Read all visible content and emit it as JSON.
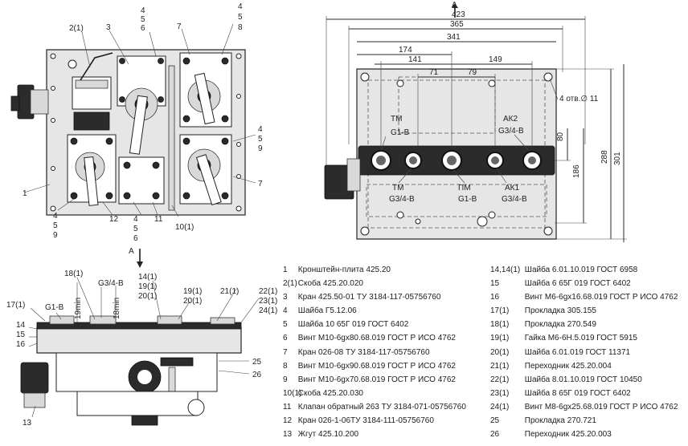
{
  "views": {
    "top_left": {
      "labels": [
        "2(1)",
        "3",
        "4",
        "5",
        "6",
        "7",
        "4",
        "5",
        "8",
        "1",
        "4",
        "5",
        "9",
        "7",
        "4",
        "5",
        "9",
        "12",
        "4",
        "5",
        "6",
        "11",
        "10(1)"
      ]
    },
    "top_right": {
      "view_letter": "А",
      "dims_h": [
        "423",
        "365",
        "341",
        "174",
        "141",
        "71",
        "79",
        "149"
      ],
      "dims_v": [
        "80",
        "186",
        "288",
        "301"
      ],
      "hole_note": "4 отв.∅ 11",
      "ports": [
        {
          "name": "ТМ",
          "thread": "G1-B"
        },
        {
          "name": "АК2",
          "thread": "G3/4-B"
        },
        {
          "name": "ТМ",
          "thread": "G3/4-B"
        },
        {
          "name": "ПМ",
          "thread": "G1-B"
        },
        {
          "name": "АК1",
          "thread": "G3/4-B"
        }
      ]
    },
    "bottom_left": {
      "view_letter": "А",
      "labels": [
        "18(1)",
        "G3/4-B",
        "14(1)",
        "19(1)",
        "20(1)",
        "19(1)",
        "20(1)",
        "21(1)",
        "22(1)",
        "23(1)",
        "24(1)",
        "17(1)",
        "G1-B",
        "14",
        "15",
        "16",
        "25",
        "26",
        "13"
      ],
      "min_labels": [
        "19min",
        "18min"
      ]
    }
  },
  "legend": {
    "col1": [
      {
        "num": "1",
        "text": "Кронштейн-плита 425.20"
      },
      {
        "num": "2(1)",
        "text": "Скоба 425.20.020"
      },
      {
        "num": "3",
        "text": "Кран 425.50-01 ТУ 3184-117-05756760"
      },
      {
        "num": "4",
        "text": "Шайба Г5.12.06"
      },
      {
        "num": "5",
        "text": "Шайба 10 65Г 019 ГОСТ 6402"
      },
      {
        "num": "6",
        "text": "Винт М10-6gx80.68.019 ГОСТ Р ИСО 4762"
      },
      {
        "num": "7",
        "text": "Кран 026-08 ТУ 3184-117-05756760"
      },
      {
        "num": "8",
        "text": "Винт М10-6gx90.68.019 ГОСТ Р ИСО 4762"
      },
      {
        "num": "9",
        "text": "Винт М10-6gx70.68.019 ГОСТ Р ИСО 4762"
      },
      {
        "num": "10(1)",
        "text": "Скоба 425.20.030"
      },
      {
        "num": "11",
        "text": "Клапан обратный 263 ТУ 3184-071-05756760"
      },
      {
        "num": "12",
        "text": "Кран 026-1-06ТУ 3184-111-05756760"
      },
      {
        "num": "13",
        "text": "Жгут 425.10.200"
      }
    ],
    "col2": [
      {
        "num": "14,14(1)",
        "text": "Шайба 6.01.10.019 ГОСТ 6958"
      },
      {
        "num": "15",
        "text": "Шайба 6 65Г 019 ГОСТ 6402"
      },
      {
        "num": "16",
        "text": "Винт М6-6gx16.68.019 ГОСТ Р ИСО 4762"
      },
      {
        "num": "17(1)",
        "text": "Прокладка 305.155"
      },
      {
        "num": "18(1)",
        "text": "Прокладка 270.549"
      },
      {
        "num": "19(1)",
        "text": "Гайка М6-6Н.5.019 ГОСТ 5915"
      },
      {
        "num": "20(1)",
        "text": "Шайба 6.01.019 ГОСТ 11371"
      },
      {
        "num": "21(1)",
        "text": "Переходник 425.20.004"
      },
      {
        "num": "22(1)",
        "text": "Шайба 8.01.10.019 ГОСТ 10450"
      },
      {
        "num": "23(1)",
        "text": "Шайба 8 65Г 019 ГОСТ 6402"
      },
      {
        "num": "24(1)",
        "text": "Винт М8-6gx25.68.019 ГОСТ Р ИСО 4762"
      },
      {
        "num": "25",
        "text": "Прокладка 270.721"
      },
      {
        "num": "26",
        "text": "Переходник 425.20.003"
      }
    ]
  }
}
